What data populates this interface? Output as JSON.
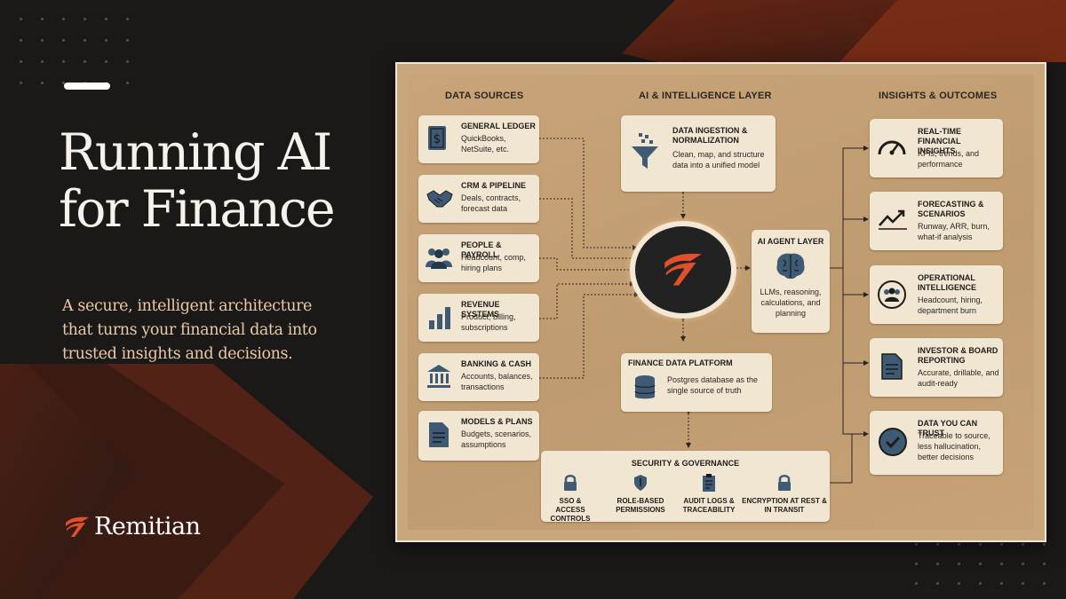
{
  "slide": {
    "headline_line1": "Running AI",
    "headline_line2": "for Finance",
    "subtext": "A secure, intelligent architecture that turns your financial data into trusted insights and decisions.",
    "brand": "Remitian"
  },
  "diagram": {
    "col_titles": {
      "sources": "DATA SOURCES",
      "ai": "AI & INTELLIGENCE LAYER",
      "insights": "INSIGHTS & OUTCOMES"
    },
    "sources": [
      {
        "title": "GENERAL LEDGER",
        "desc": "QuickBooks, NetSuite, etc.",
        "icon": "ledger-icon"
      },
      {
        "title": "CRM & PIPELINE",
        "desc": "Deals, contracts, forecast data",
        "icon": "handshake-icon"
      },
      {
        "title": "PEOPLE & PAYROLL",
        "desc": "Headcount, comp, hiring plans",
        "icon": "people-icon"
      },
      {
        "title": "REVENUE SYSTEMS",
        "desc": "Product, billing, subscriptions",
        "icon": "bar-chart-icon"
      },
      {
        "title": "BANKING & CASH",
        "desc": "Accounts, balances, transactions",
        "icon": "bank-icon"
      },
      {
        "title": "MODELS & PLANS",
        "desc": "Budgets, scenarios, assumptions",
        "icon": "document-icon"
      }
    ],
    "ingestion": {
      "title": "DATA INGESTION & NORMALIZATION",
      "desc": "Clean, map, and structure data into a unified model"
    },
    "agent": {
      "title": "AI AGENT LAYER",
      "desc": "LLMs, reasoning, calculations, and planning"
    },
    "platform": {
      "title": "FINANCE DATA PLATFORM",
      "desc": "Postgres database as the single source of truth"
    },
    "security": {
      "title": "SECURITY & GOVERNANCE",
      "items": [
        {
          "label": "SSO & ACCESS CONTROLS",
          "icon": "lock-icon"
        },
        {
          "label": "ROLE-BASED PERMISSIONS",
          "icon": "shield-icon"
        },
        {
          "label": "AUDIT LOGS & TRACEABILITY",
          "icon": "clipboard-icon"
        },
        {
          "label": "ENCRYPTION AT REST & IN TRANSIT",
          "icon": "lock-icon"
        }
      ]
    },
    "insights": [
      {
        "title": "REAL-TIME FINANCIAL INSIGHTS",
        "desc": "KPIs, trends, and performance",
        "icon": "gauge-icon"
      },
      {
        "title": "FORECASTING & SCENARIOS",
        "desc": "Runway, ARR, burn, what-if analysis",
        "icon": "trend-icon"
      },
      {
        "title": "OPERATIONAL INTELLIGENCE",
        "desc": "Headcount, hiring, department burn",
        "icon": "team-circle-icon"
      },
      {
        "title": "INVESTOR & BOARD REPORTING",
        "desc": "Accurate, drillable, and audit-ready",
        "icon": "report-icon"
      },
      {
        "title": "DATA YOU CAN TRUST",
        "desc": "Traceable to source, less hallucination, better decisions",
        "icon": "check-circle-icon"
      }
    ]
  },
  "colors": {
    "accent": "#e0502a",
    "background": "#1b1918",
    "poster": "#c9a77d",
    "card": "#f1e6d2",
    "icon_blue": "#3f5a74"
  }
}
